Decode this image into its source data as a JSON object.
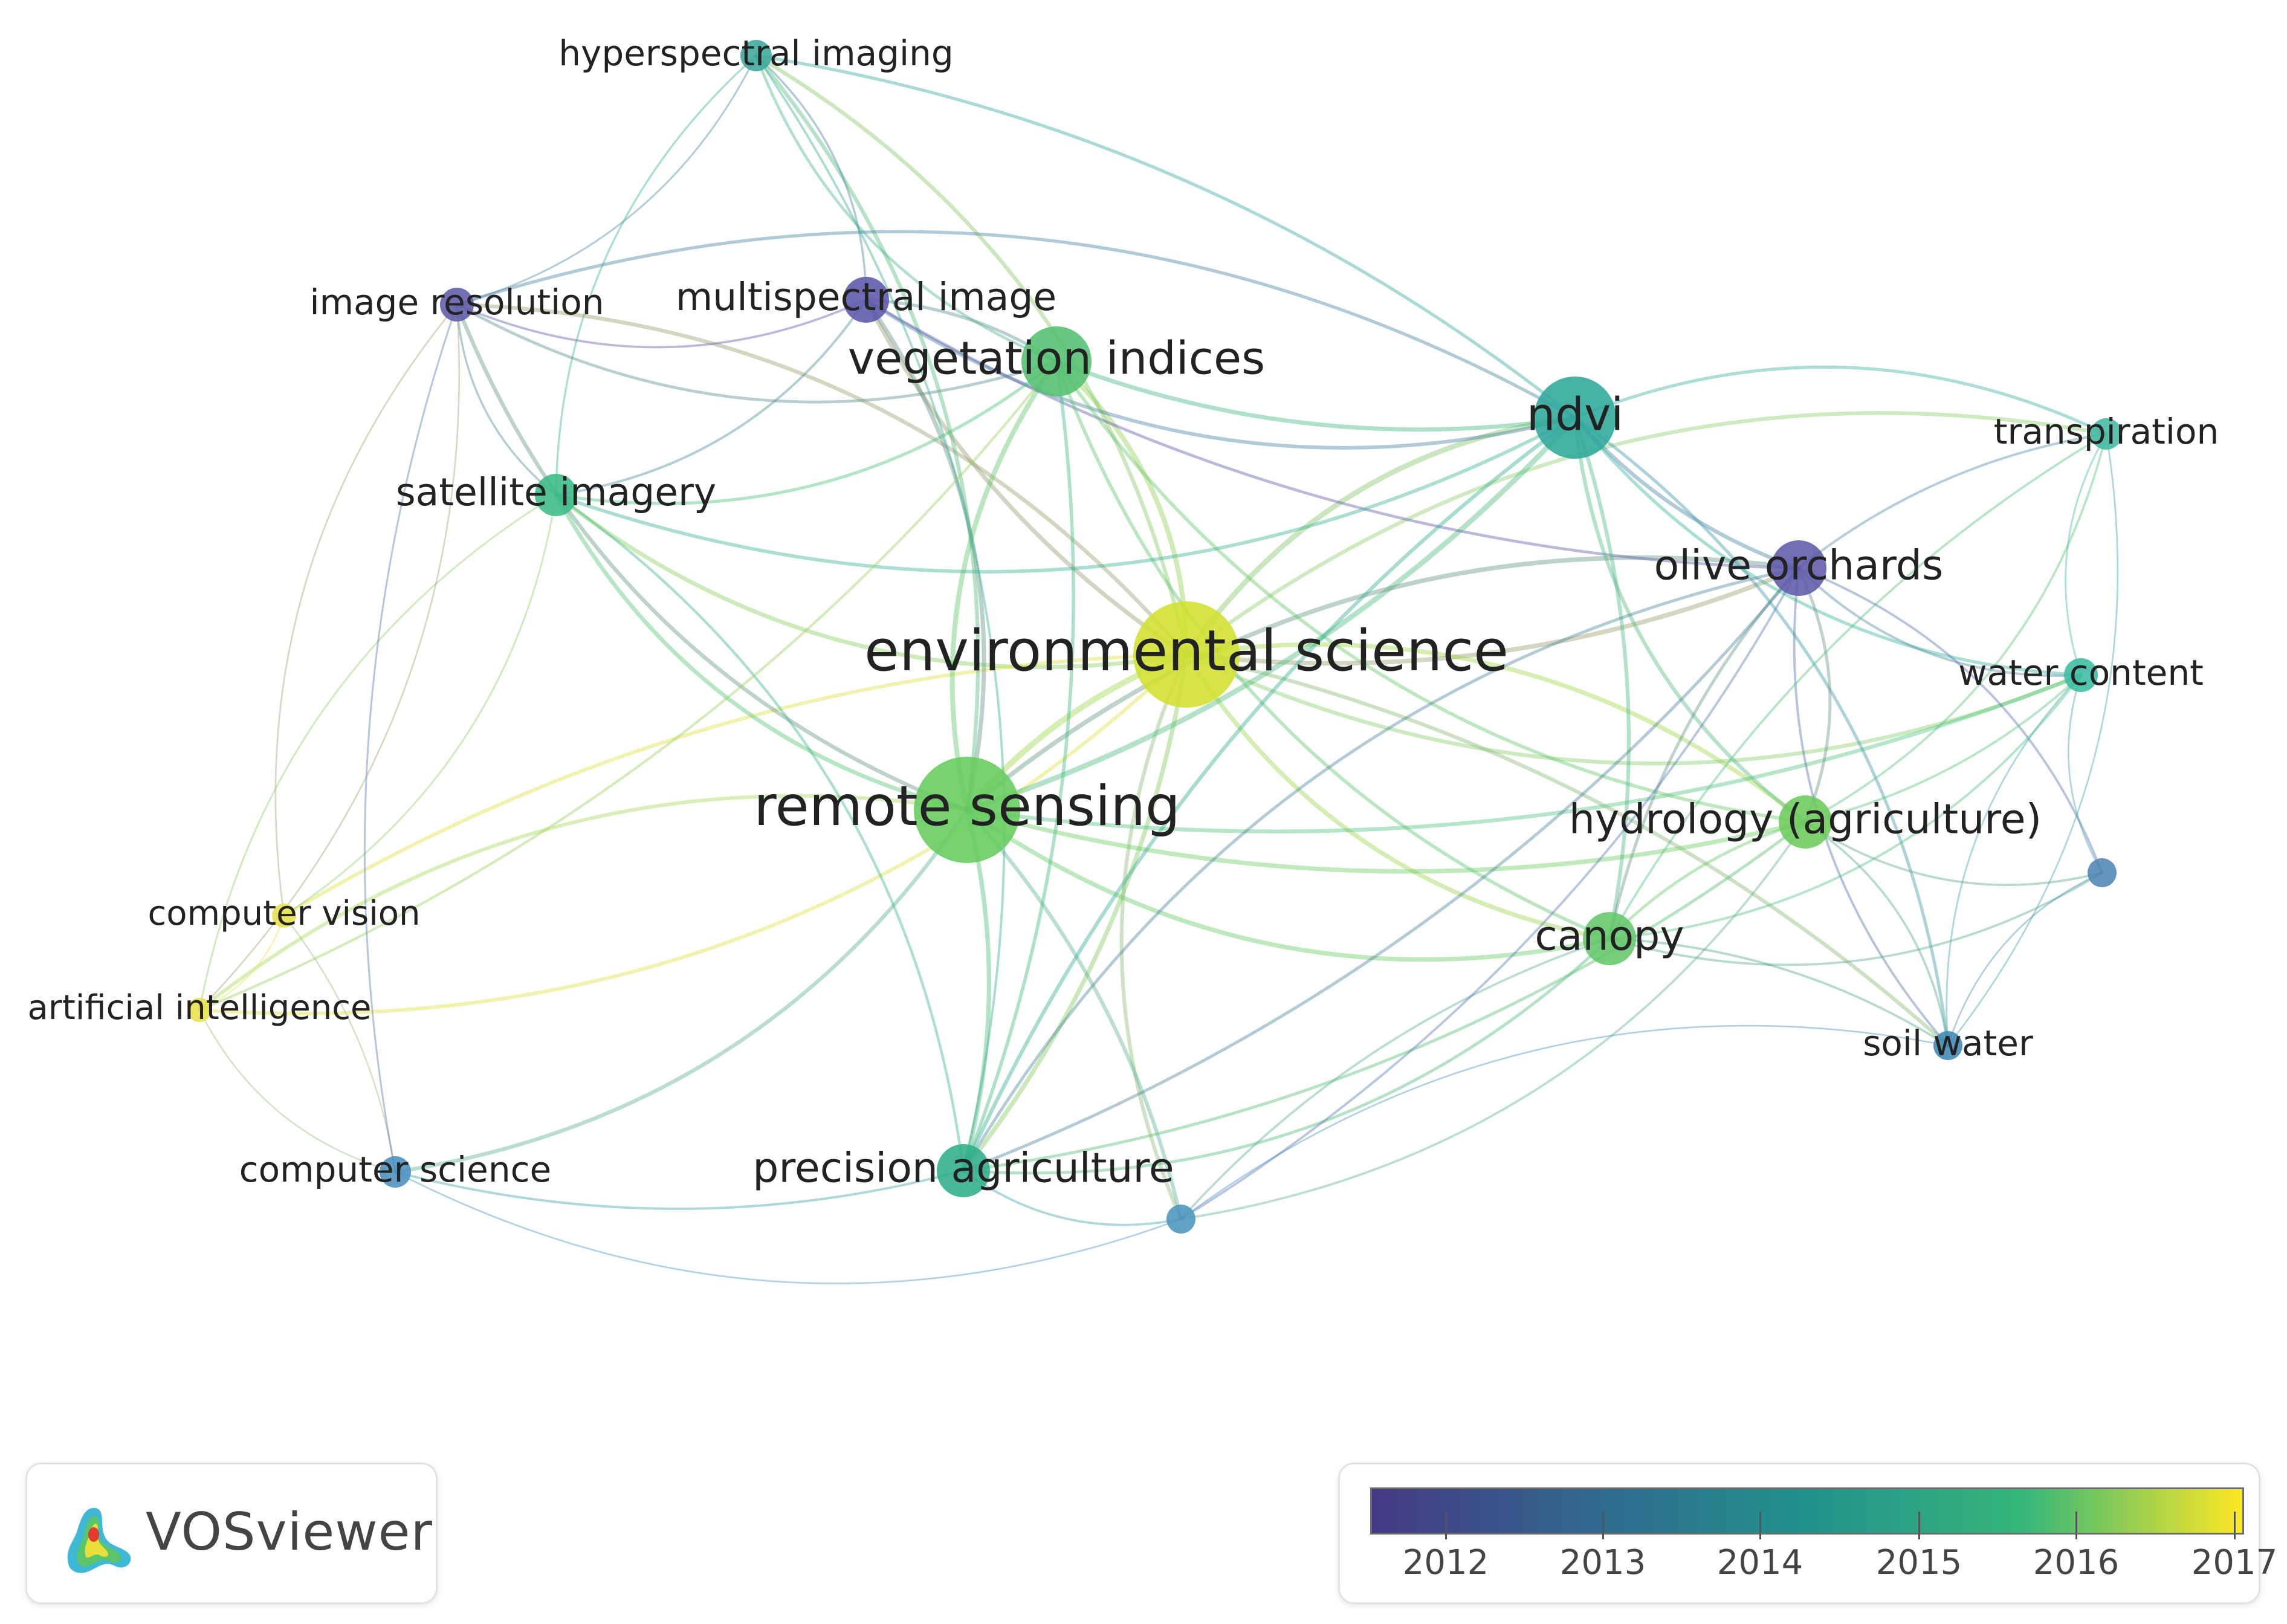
{
  "nodes": [
    {
      "id": "hyperspectral",
      "label": "hyperspectral imaging",
      "color": "#3aa99a"
    },
    {
      "id": "image_res",
      "label": "image resolution",
      "color": "#5e5aa8"
    },
    {
      "id": "multispectral",
      "label": "multispectral image",
      "color": "#5b58ab"
    },
    {
      "id": "veg_indices",
      "label": "vegetation indices",
      "color": "#53c070"
    },
    {
      "id": "ndvi",
      "label": "ndvi",
      "color": "#2ea79a"
    },
    {
      "id": "transpiration",
      "label": "transpiration",
      "color": "#42b9a0"
    },
    {
      "id": "satellite",
      "label": "satellite imagery",
      "color": "#3bbb85"
    },
    {
      "id": "olive",
      "label": "olive orchards",
      "color": "#5e5aa8"
    },
    {
      "id": "env_science",
      "label": "environmental science",
      "color": "#d1e02f"
    },
    {
      "id": "water_content",
      "label": "water content",
      "color": "#3bbca0"
    },
    {
      "id": "remote_sensing",
      "label": "remote sensing",
      "color": "#66cc5e"
    },
    {
      "id": "hydrology",
      "label": "hydrology (agriculture)",
      "color": "#6dcb5c"
    },
    {
      "id": "unlabeled_right",
      "label": "",
      "color": "#4d85b5"
    },
    {
      "id": "computer_vision",
      "label": "computer vision",
      "color": "#e8e04a"
    },
    {
      "id": "canopy",
      "label": "canopy",
      "color": "#63c76a"
    },
    {
      "id": "ai",
      "label": "artificial intelligence",
      "color": "#e8e04a"
    },
    {
      "id": "soil_water",
      "label": "soil water",
      "color": "#3f88b4"
    },
    {
      "id": "computer_science",
      "label": "computer science",
      "color": "#4a90bd"
    },
    {
      "id": "precision_ag",
      "label": "precision agriculture",
      "color": "#2fae8a"
    },
    {
      "id": "unlabeled_bottom",
      "label": "",
      "color": "#4d95bf"
    }
  ],
  "links": [
    [
      "env_science",
      "remote_sensing"
    ],
    [
      "env_science",
      "ndvi"
    ],
    [
      "env_science",
      "veg_indices"
    ],
    [
      "env_science",
      "multispectral"
    ],
    [
      "env_science",
      "hyperspectral"
    ],
    [
      "env_science",
      "satellite"
    ],
    [
      "env_science",
      "olive"
    ],
    [
      "env_science",
      "hydrology"
    ],
    [
      "env_science",
      "canopy"
    ],
    [
      "env_science",
      "precision_ag"
    ],
    [
      "env_science",
      "water_content"
    ],
    [
      "env_science",
      "transpiration"
    ],
    [
      "env_science",
      "computer_vision"
    ],
    [
      "env_science",
      "ai"
    ],
    [
      "env_science",
      "unlabeled_bottom"
    ],
    [
      "env_science",
      "soil_water"
    ],
    [
      "env_science",
      "image_res"
    ],
    [
      "remote_sensing",
      "veg_indices"
    ],
    [
      "remote_sensing",
      "ndvi"
    ],
    [
      "remote_sensing",
      "satellite"
    ],
    [
      "remote_sensing",
      "multispectral"
    ],
    [
      "remote_sensing",
      "precision_ag"
    ],
    [
      "remote_sensing",
      "canopy"
    ],
    [
      "remote_sensing",
      "olive"
    ],
    [
      "remote_sensing",
      "hydrology"
    ],
    [
      "remote_sensing",
      "computer_science"
    ],
    [
      "remote_sensing",
      "ai"
    ],
    [
      "remote_sensing",
      "unlabeled_bottom"
    ],
    [
      "remote_sensing",
      "hyperspectral"
    ],
    [
      "remote_sensing",
      "image_res"
    ],
    [
      "remote_sensing",
      "water_content"
    ],
    [
      "multispectral",
      "image_res"
    ],
    [
      "multispectral",
      "ndvi"
    ],
    [
      "multispectral",
      "veg_indices"
    ],
    [
      "multispectral",
      "hyperspectral"
    ],
    [
      "multispectral",
      "satellite"
    ],
    [
      "multispectral",
      "olive"
    ],
    [
      "hyperspectral",
      "image_res"
    ],
    [
      "hyperspectral",
      "veg_indices"
    ],
    [
      "hyperspectral",
      "ndvi"
    ],
    [
      "hyperspectral",
      "satellite"
    ],
    [
      "hyperspectral",
      "precision_ag"
    ],
    [
      "veg_indices",
      "ndvi"
    ],
    [
      "veg_indices",
      "satellite"
    ],
    [
      "veg_indices",
      "canopy"
    ],
    [
      "veg_indices",
      "precision_ag"
    ],
    [
      "veg_indices",
      "hydrology"
    ],
    [
      "veg_indices",
      "image_res"
    ],
    [
      "ndvi",
      "olive"
    ],
    [
      "ndvi",
      "transpiration"
    ],
    [
      "ndvi",
      "water_content"
    ],
    [
      "ndvi",
      "canopy"
    ],
    [
      "ndvi",
      "hydrology"
    ],
    [
      "ndvi",
      "satellite"
    ],
    [
      "ndvi",
      "precision_ag"
    ],
    [
      "ndvi",
      "soil_water"
    ],
    [
      "ndvi",
      "image_res"
    ],
    [
      "olive",
      "transpiration"
    ],
    [
      "olive",
      "water_content"
    ],
    [
      "olive",
      "hydrology"
    ],
    [
      "olive",
      "canopy"
    ],
    [
      "olive",
      "unlabeled_right"
    ],
    [
      "olive",
      "soil_water"
    ],
    [
      "olive",
      "precision_ag"
    ],
    [
      "transpiration",
      "water_content"
    ],
    [
      "transpiration",
      "soil_water"
    ],
    [
      "transpiration",
      "canopy"
    ],
    [
      "transpiration",
      "hydrology"
    ],
    [
      "water_content",
      "soil_water"
    ],
    [
      "water_content",
      "hydrology"
    ],
    [
      "water_content",
      "unlabeled_right"
    ],
    [
      "water_content",
      "canopy"
    ],
    [
      "hydrology",
      "canopy"
    ],
    [
      "hydrology",
      "soil_water"
    ],
    [
      "hydrology",
      "unlabeled_right"
    ],
    [
      "canopy",
      "soil_water"
    ],
    [
      "canopy",
      "unlabeled_right"
    ],
    [
      "canopy",
      "precision_ag"
    ],
    [
      "canopy",
      "unlabeled_bottom"
    ],
    [
      "soil_water",
      "unlabeled_right"
    ],
    [
      "precision_ag",
      "unlabeled_bottom"
    ],
    [
      "precision_ag",
      "computer_science"
    ],
    [
      "precision_ag",
      "satellite"
    ],
    [
      "precision_ag",
      "olive"
    ],
    [
      "precision_ag",
      "hydrology"
    ],
    [
      "computer_vision",
      "ai"
    ],
    [
      "computer_vision",
      "satellite"
    ],
    [
      "computer_vision",
      "computer_science"
    ],
    [
      "ai",
      "computer_science"
    ],
    [
      "ai",
      "satellite"
    ],
    [
      "ai",
      "veg_indices"
    ],
    [
      "satellite",
      "image_res"
    ],
    [
      "computer_science",
      "unlabeled_bottom"
    ],
    [
      "computer_science",
      "image_res"
    ],
    [
      "unlabeled_bottom",
      "hydrology"
    ],
    [
      "unlabeled_bottom",
      "soil_water"
    ],
    [
      "unlabeled_bottom",
      "olive"
    ],
    [
      "image_res",
      "ai"
    ],
    [
      "image_res",
      "computer_vision"
    ]
  ],
  "logo": {
    "text": "VOSviewer"
  },
  "color_scale": {
    "ticks": [
      "2012",
      "2013",
      "2014",
      "2015",
      "2016",
      "2017"
    ],
    "colors": [
      "#443983",
      "#31688e",
      "#21918c",
      "#35b779",
      "#fde725"
    ]
  }
}
